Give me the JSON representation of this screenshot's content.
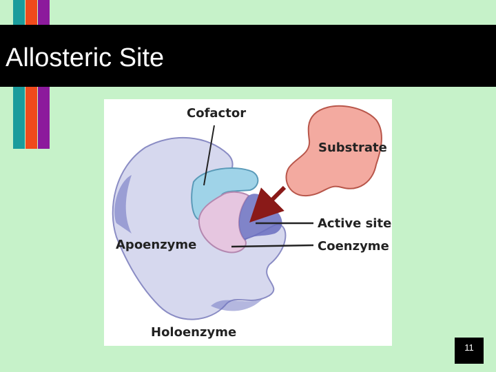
{
  "slide": {
    "title": "Allosteric Site",
    "page_number": "11"
  },
  "diagram": {
    "labels": {
      "cofactor": "Cofactor",
      "substrate": "Substrate",
      "active_site": "Active site",
      "apoenzyme": "Apoenzyme",
      "coenzyme": "Coenzyme",
      "holoenzyme": "Holoenzyme"
    }
  },
  "colors": {
    "background": "#c6f2c9",
    "title_bar": "#000000",
    "stripe_teal": "#1a9c9c",
    "stripe_orange": "#f04a1c",
    "stripe_purple": "#8c1a9c",
    "enzyme_body": "#d6d8ee",
    "cofactor": "#9fd3e8",
    "coenzyme": "#e6c6e0",
    "active_site": "#6a6fc0",
    "substrate": "#f3aaa0",
    "arrow": "#8a1a18"
  }
}
